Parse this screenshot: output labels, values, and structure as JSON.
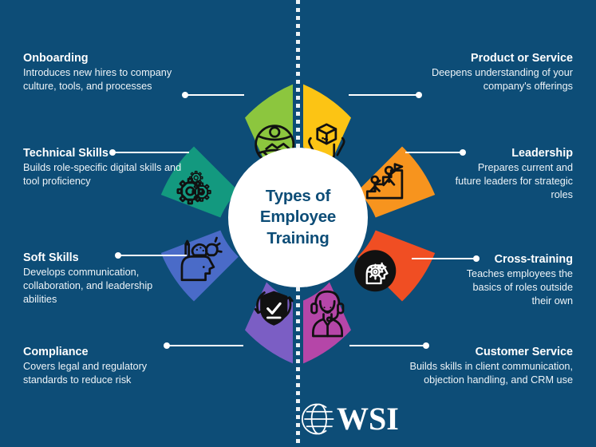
{
  "background_color": "#0d4d77",
  "center": {
    "line1": "Types of",
    "line2": "Employee",
    "line3": "Training",
    "text_color": "#0d4d77",
    "fill_color": "#ffffff"
  },
  "brand": {
    "name": "WSI",
    "logo_icon": "globe-icon"
  },
  "chart_data": {
    "type": "pie",
    "title": "Types of Employee Training",
    "legend_position": "outside-left-and-right",
    "grid": false,
    "categories": [
      "Product or Service",
      "Leadership",
      "Cross-training",
      "Customer Service",
      "Compliance",
      "Soft Skills",
      "Technical Skills",
      "Onboarding"
    ],
    "values": [
      12.5,
      12.5,
      12.5,
      12.5,
      12.5,
      12.5,
      12.5,
      12.5
    ],
    "colors": [
      "#fcc414",
      "#f7941e",
      "#f04e23",
      "#b546a8",
      "#7b5ec4",
      "#4a6bc8",
      "#13997f",
      "#8cc63e"
    ]
  },
  "segments": [
    {
      "id": "onboarding",
      "title": "Onboarding",
      "description": "Introduces new hires to company culture, tools, and processes",
      "color": "#8cc63e",
      "icon": "handshake-globe-icon",
      "side": "left"
    },
    {
      "id": "technical-skills",
      "title": "Technical Skills",
      "description": "Builds role-specific digital skills and tool proficiency",
      "color": "#13997f",
      "icon": "gears-icon",
      "side": "left"
    },
    {
      "id": "soft-skills",
      "title": "Soft Skills",
      "description": "Develops communication, collaboration, and leadership abilities",
      "color": "#4a6bc8",
      "icon": "head-creativity-icon",
      "side": "left"
    },
    {
      "id": "compliance",
      "title": "Compliance",
      "description": "Covers legal and regulatory standards to reduce risk",
      "color": "#7b5ec4",
      "icon": "shield-check-icon",
      "side": "left"
    },
    {
      "id": "product-or-service",
      "title": "Product or Service",
      "description": "Deepens understanding of your company's offerings",
      "color": "#fcc414",
      "icon": "hands-package-icon",
      "side": "right"
    },
    {
      "id": "leadership",
      "title": "Leadership",
      "description": "Prepares current and future leaders for strategic roles",
      "color": "#f7941e",
      "icon": "climbing-stairs-flag-icon",
      "side": "right"
    },
    {
      "id": "cross-training",
      "title": "Cross-training",
      "description": "Teaches employees the basics of roles outside their own",
      "color": "#f04e23",
      "icon": "head-gears-circle-icon",
      "side": "right"
    },
    {
      "id": "customer-service",
      "title": "Customer Service",
      "description": "Builds skills in client communication, objection handling, and CRM use",
      "color": "#b546a8",
      "icon": "headset-agent-icon",
      "side": "right"
    }
  ]
}
